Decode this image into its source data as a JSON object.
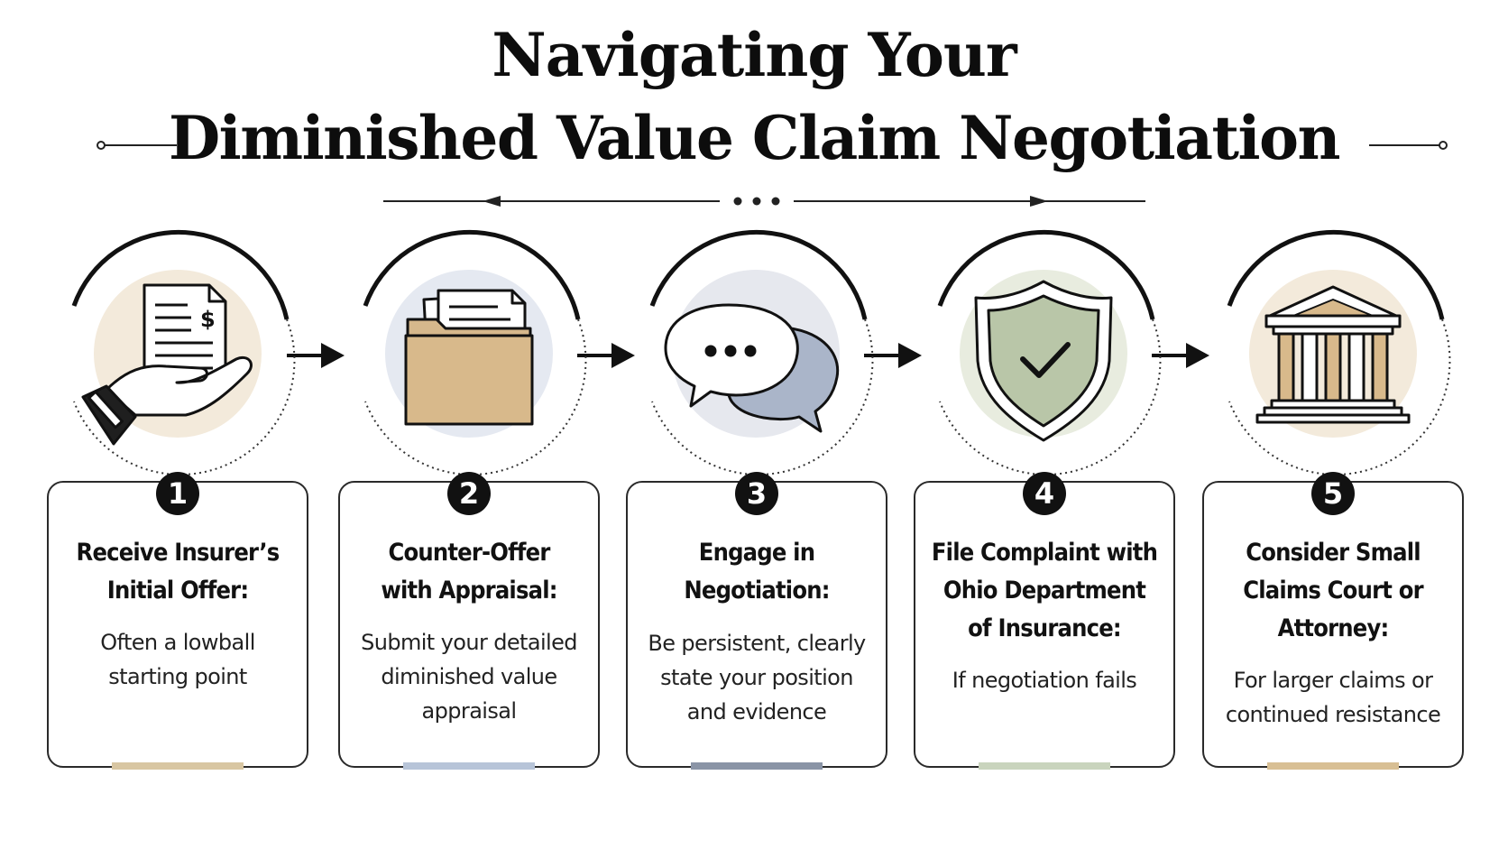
{
  "title": {
    "line1": "Navigating Your",
    "line2": "Diminished Value Claim Negotiation"
  },
  "steps": [
    {
      "number": "1",
      "heading": "Receive Insurer’s\nInitial Offer:",
      "description": "Often a lowball\nstarting point",
      "icon": "hand-document-icon",
      "accent": "#d8c6a2",
      "circle_fill": "#f3eadb"
    },
    {
      "number": "2",
      "heading": "Counter-Offer\nwith Appraisal:",
      "description": "Submit your detailed\ndiminished value\nappraisal",
      "icon": "folder-icon",
      "accent": "#b7c4d8",
      "circle_fill": "#e5e9f1"
    },
    {
      "number": "3",
      "heading": "Engage in\nNegotiation:",
      "description": "Be persistent, clearly\nstate your position\nand evidence",
      "icon": "speech-bubbles-icon",
      "accent": "#8a94a6",
      "circle_fill": "#e6e8ee"
    },
    {
      "number": "4",
      "heading": "File Complaint with\nOhio Department\nof Insurance:",
      "description": "If negotiation fails",
      "icon": "shield-check-icon",
      "accent": "#c9d4bd",
      "circle_fill": "#e8ecdf"
    },
    {
      "number": "5",
      "heading": "Consider Small\nClaims Court or\nAttorney:",
      "description": "For larger claims or\ncontinued resistance",
      "icon": "courthouse-icon",
      "accent": "#d8bf94",
      "circle_fill": "#f3eadb"
    }
  ]
}
